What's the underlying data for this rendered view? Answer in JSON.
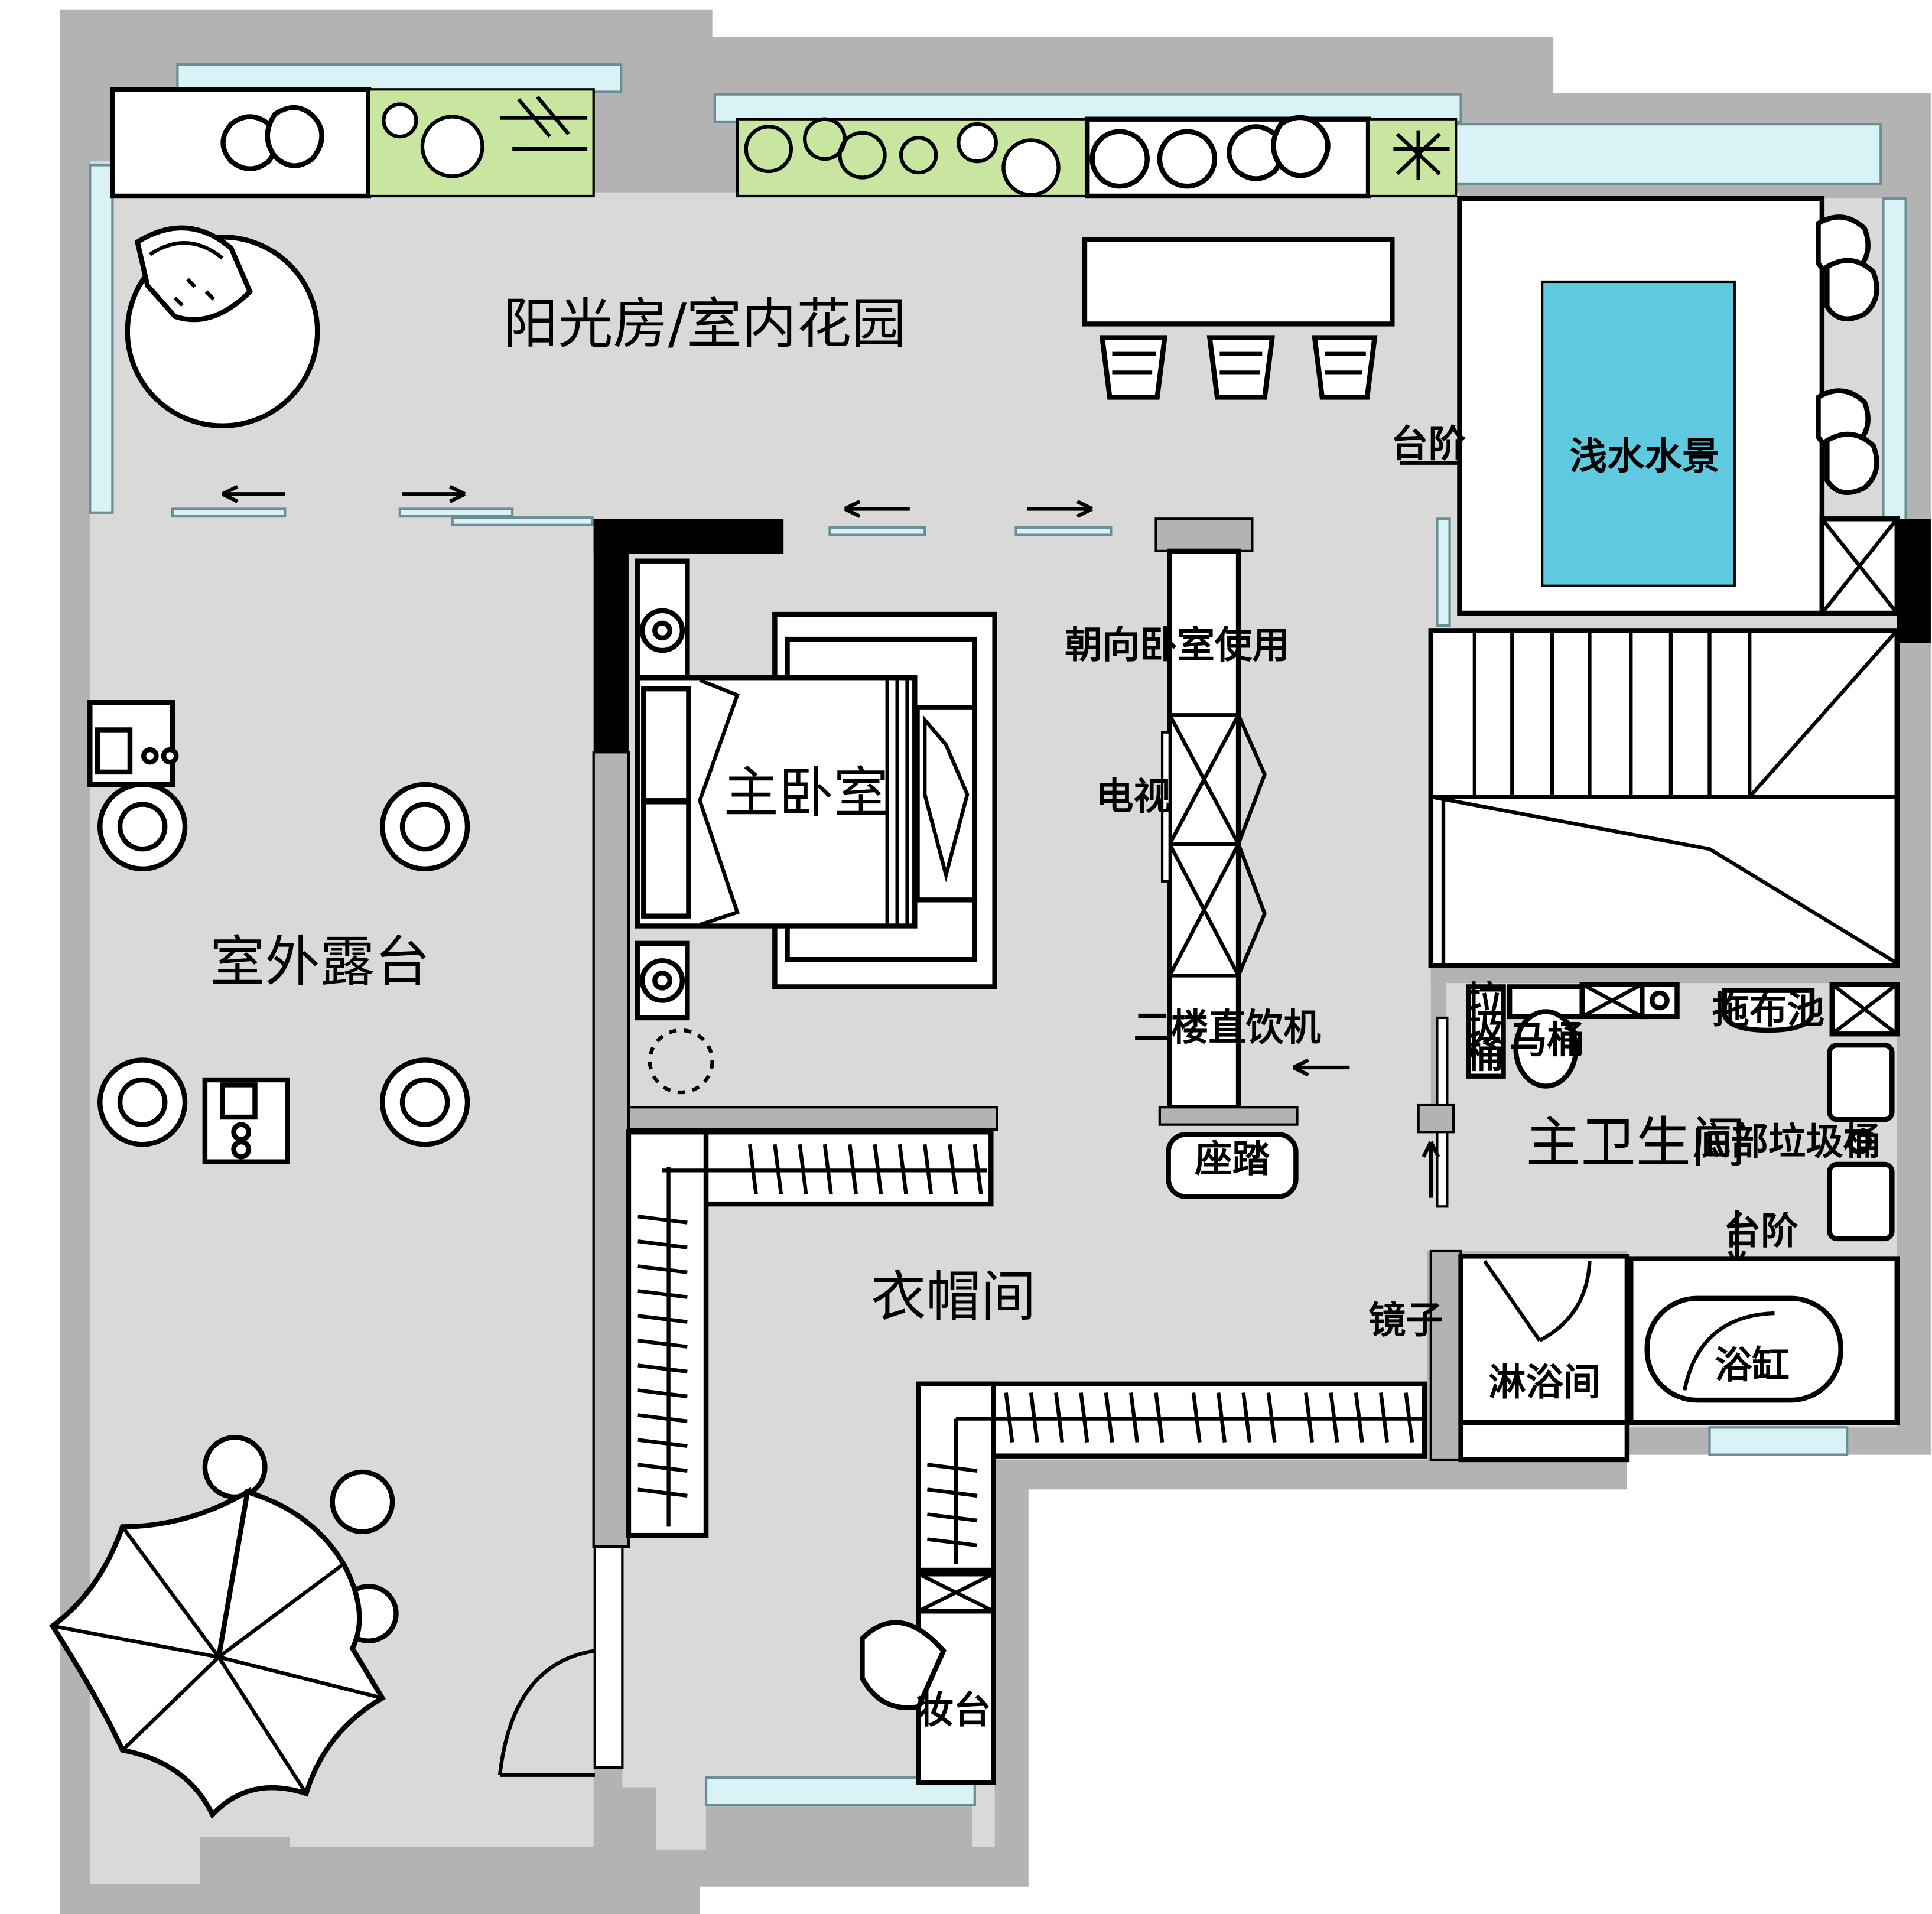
{
  "colors": {
    "wall": "#b3b3b3",
    "floor": "#d9d9d9",
    "planter": "#c8e6a0",
    "water": "#5ec9df",
    "glass": "#d8f2f6",
    "wall_dark": "#000000"
  },
  "rooms": {
    "sunroom": "阳光房/室内花园",
    "terrace": "室外露台",
    "master_bedroom": "主卧室",
    "cloakroom": "衣帽间",
    "master_bathroom": "主卫生间"
  },
  "labels": {
    "water_feature": "浅水水景",
    "step_top": "台阶",
    "step_bath": "台阶",
    "bedroom_facing": "朝向卧室使用",
    "tv": "电视",
    "water_dispenser": "二楼直饮机",
    "ottoman": "座踏",
    "trash_1": "垃",
    "trash_2": "圾",
    "trash_3": "桶",
    "toilet": "马桶",
    "mop_sink": "拖布池",
    "bottom_trash": "底部垃圾桶",
    "mirror": "镜子",
    "shower": "淋浴间",
    "bathtub": "浴缸",
    "vanity": "妆台"
  },
  "icons": {
    "cushion": "cushion-icon",
    "plant": "plant-icon",
    "round_stool": "round-stool-icon",
    "round_rug": "round-rug-icon",
    "bar_stool": "bar-stool-icon",
    "bed": "bed-icon",
    "nightstand": "nightstand-icon",
    "lamp": "lamp-icon",
    "wardrobe": "wardrobe-icon",
    "hanger": "hanger-icon",
    "stair": "stair-icon",
    "toilet": "toilet-icon",
    "sink": "sink-icon",
    "bathtub": "bathtub-icon",
    "umbrella": "umbrella-icon",
    "door_swing": "door-swing-icon",
    "arrow": "arrow-icon",
    "chair": "chair-icon"
  }
}
